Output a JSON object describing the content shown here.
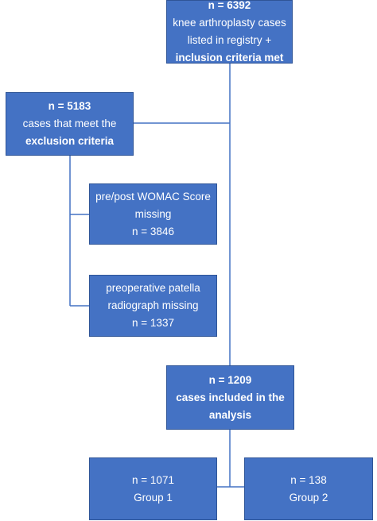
{
  "registry": {
    "count": "n = 6392",
    "line1": "knee arthroplasty cases",
    "line2": "listed in registry +",
    "line3": "inclusion criteria met"
  },
  "exclusion": {
    "count": "n = 5183",
    "line1": "cases that meet the",
    "line2": "exclusion criteria"
  },
  "womac": {
    "line1": "pre/post  WOMAC Score",
    "line2": "missing",
    "count": "n = 3846"
  },
  "radiograph": {
    "line1": "preoperative patella",
    "line2": "radiograph missing",
    "count": "n = 1337"
  },
  "included": {
    "count": "n = 1209",
    "line1": "cases included in the",
    "line2": "analysis"
  },
  "group1": {
    "count": "n = 1071",
    "label": "Group 1"
  },
  "group2": {
    "count": "n = 138",
    "label": "Group 2"
  },
  "colors": {
    "box_fill": "#4472c4",
    "box_border": "#2f5597",
    "connector": "#4472c4"
  }
}
